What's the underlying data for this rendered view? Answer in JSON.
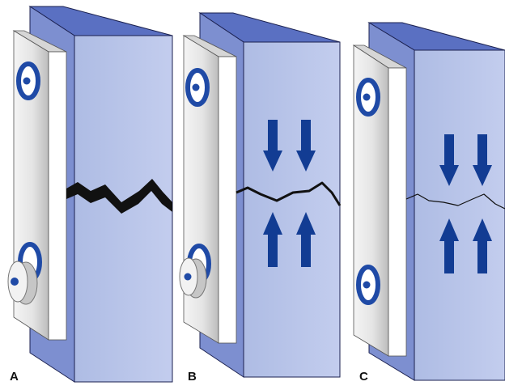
{
  "figure": {
    "panels": [
      {
        "label": "A",
        "arrows": false,
        "crack": "wide"
      },
      {
        "label": "B",
        "arrows": true,
        "crack": "narrow"
      },
      {
        "label": "C",
        "arrows": true,
        "crack": "closed"
      }
    ],
    "colors": {
      "block_front": "#b7c3e7",
      "block_side": "#7d8fd0",
      "block_top": "#5a70c2",
      "block_outline": "#1b2150",
      "plate_gradient_light": "#f4f4f4",
      "plate_gradient_dark": "#c9c9c9",
      "plate_face": "#ffffff",
      "screw_ring": "#1f4aa6",
      "arrow": "#123c93",
      "crack": "#111111"
    }
  }
}
